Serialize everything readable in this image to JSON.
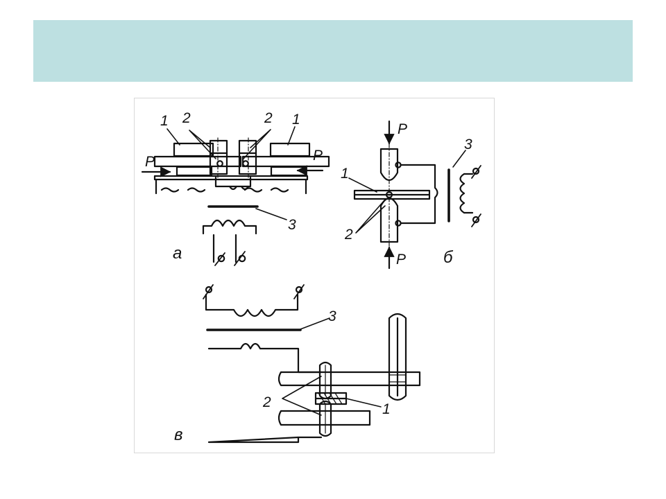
{
  "slide": {
    "title": "",
    "band_color": "#bde0e1"
  },
  "figure": {
    "panel_a": {
      "letter": "а",
      "callouts": [
        "1",
        "2",
        "2",
        "1",
        "3"
      ],
      "force_labels": [
        "P",
        "P"
      ]
    },
    "panel_b": {
      "letter": "б",
      "callouts": [
        "1",
        "2",
        "3"
      ],
      "force_labels": [
        "P",
        "P"
      ]
    },
    "panel_c": {
      "letter": "в",
      "callouts": [
        "3",
        "2",
        "1"
      ]
    }
  }
}
